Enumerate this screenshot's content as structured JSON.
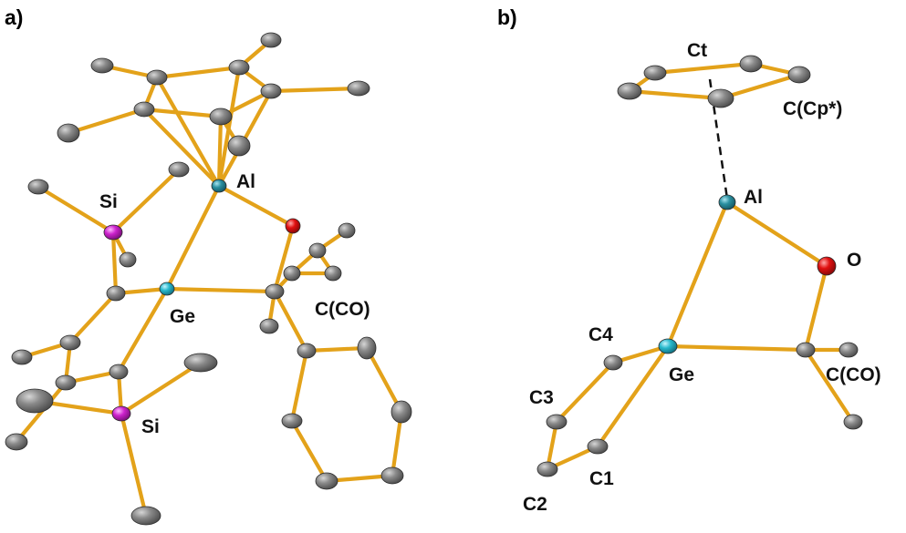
{
  "panels": {
    "a": {
      "label": "a)",
      "atom_labels": {
        "al": "Al",
        "si_top": "Si",
        "si_bottom": "Si",
        "ge": "Ge",
        "c_co": "C(CO)"
      }
    },
    "b": {
      "label": "b)",
      "atom_labels": {
        "ct": "Ct",
        "c_cp": "C(Cp*)",
        "al": "Al",
        "o": "O",
        "ge": "Ge",
        "c_co": "C(CO)",
        "c1": "C1",
        "c2": "C2",
        "c3": "C3",
        "c4": "C4"
      }
    }
  },
  "colors": {
    "bond": "#e3a21a",
    "carbon": "#7f7f7f",
    "aluminium": "#2a8fa0",
    "germanium": "#27b8cc",
    "silicon": "#cc22cc",
    "oxygen": "#e01010"
  }
}
